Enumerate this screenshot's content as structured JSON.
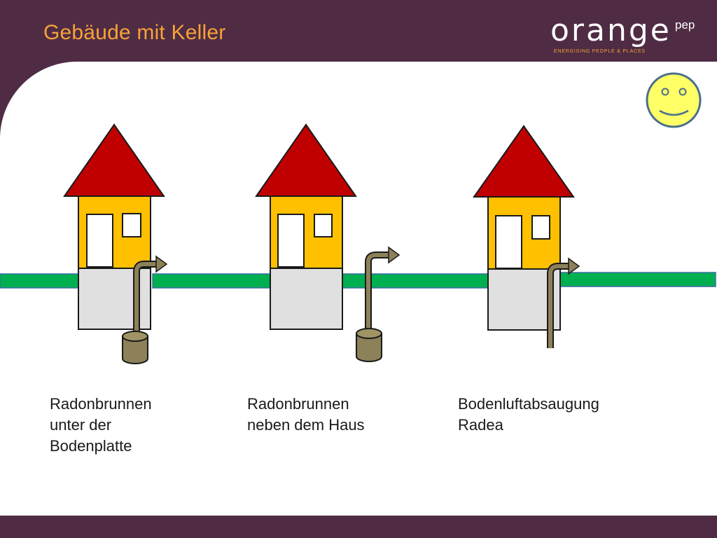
{
  "slide": {
    "title": "Gebäude mit Keller"
  },
  "logo": {
    "word": "orange",
    "superscript": "pep",
    "tagline": "ENERGISING PEOPLE & PLACES"
  },
  "colors": {
    "background": "#4f2c44",
    "title": "#f7a238",
    "ground": "#00b050",
    "roof": "#c00000",
    "wall": "#ffc000",
    "basement": "#e0e0e0",
    "pipe": "#8c8158",
    "smiley": "#ffff66"
  },
  "icons": [
    "smiley-face-icon"
  ],
  "houses": [
    {
      "variant": "radon-well-under-slab",
      "caption": [
        "Radonbrunnen",
        "unter der",
        "Bodenplatte"
      ]
    },
    {
      "variant": "radon-well-beside-house",
      "caption": [
        "Radonbrunnen",
        "neben dem Haus"
      ]
    },
    {
      "variant": "soil-air-extraction",
      "caption": [
        "Bodenluftabsaugung",
        "Radea"
      ]
    }
  ]
}
